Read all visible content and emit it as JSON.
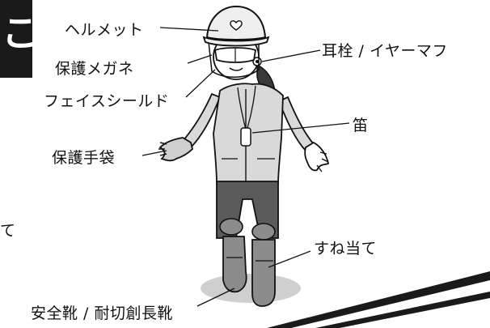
{
  "labels": {
    "helmet": "ヘルメット",
    "goggles": "保護メガネ",
    "face_shield": "フェイスシールド",
    "gloves": "保護手袋",
    "earplugs": "耳栓 / イヤーマフ",
    "whistle": "笛",
    "shin_guards": "すね当て",
    "boots": "安全靴 / 耐切創長靴"
  },
  "fragments": {
    "left_edge_char": "て",
    "header_glyph": "こ"
  },
  "colors": {
    "ink": "#111111",
    "helmet_fill": "#efefef",
    "jacket_fill": "#d9d9d9",
    "pants_fill": "#5a5a5a",
    "boots_fill": "#8c8c8c",
    "shadow_fill": "#cfcfcf",
    "badge_fill": "#1a1a1a"
  }
}
